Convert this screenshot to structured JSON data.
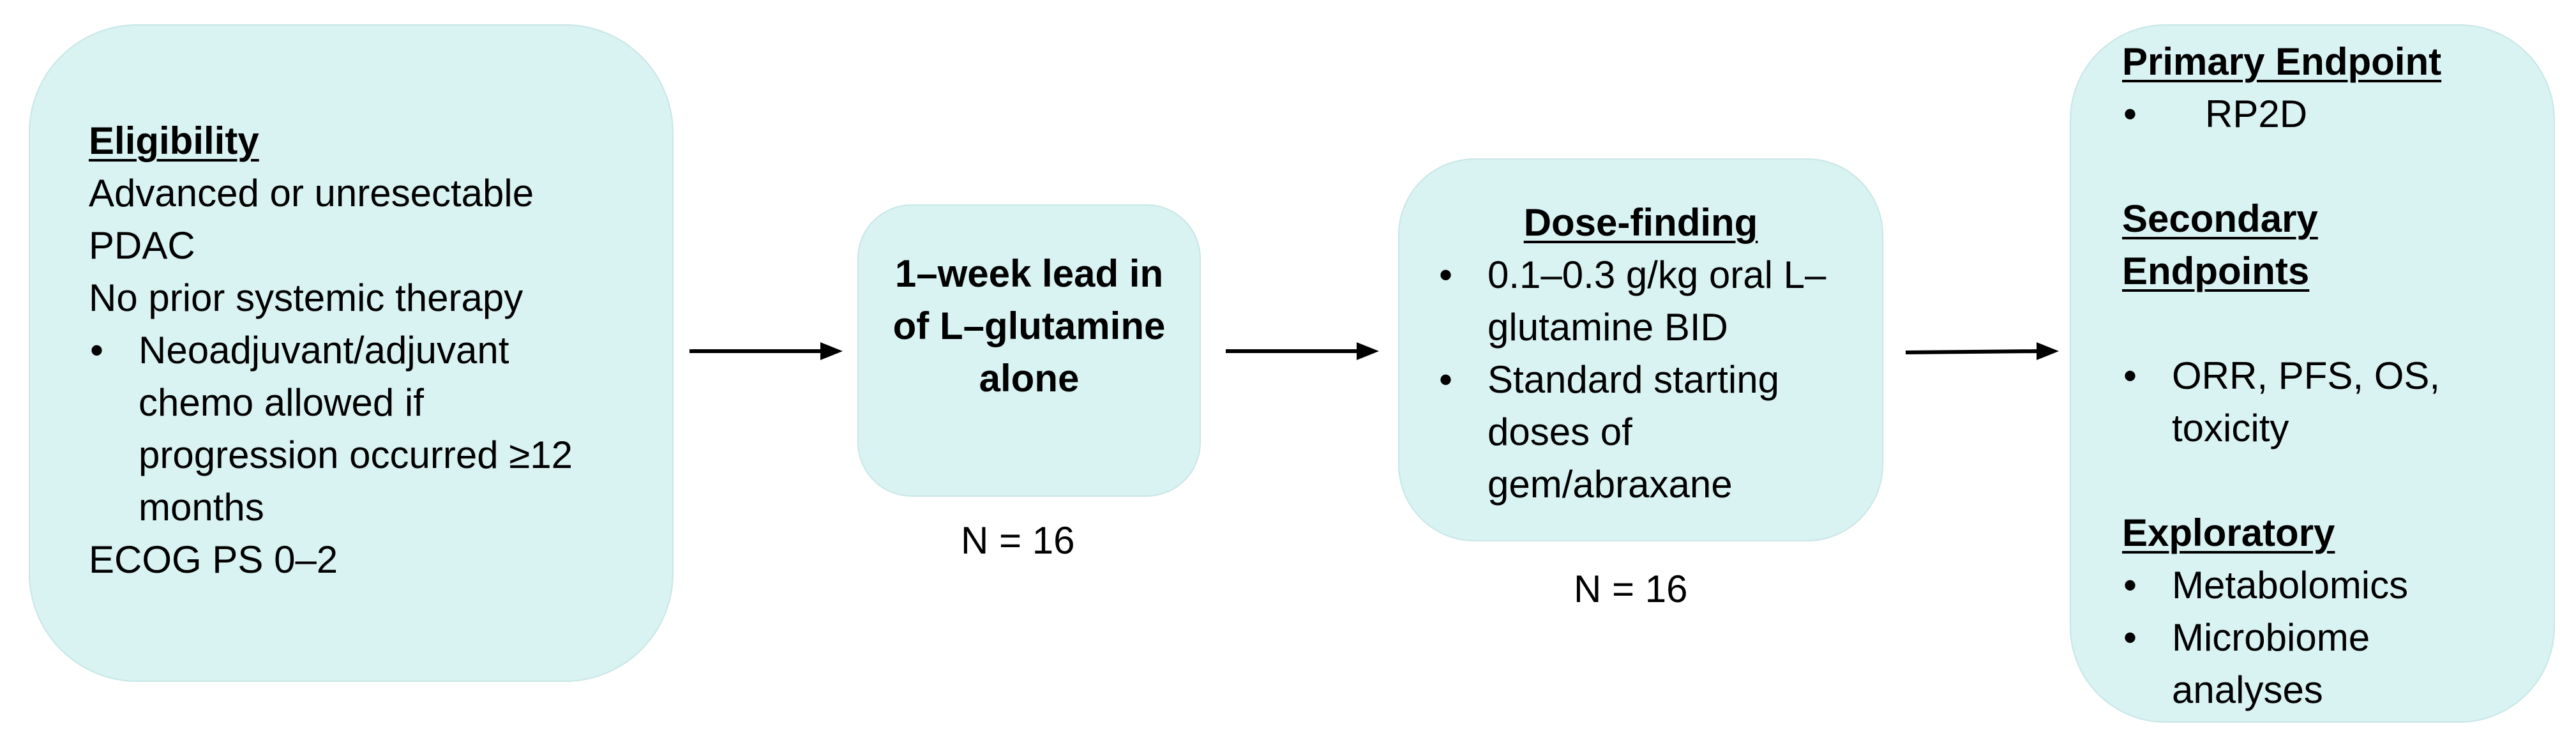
{
  "eligibility": {
    "title": "Eligibility",
    "line1": "Advanced or unresectable PDAC",
    "line2": "No prior systemic therapy",
    "bullet": "Neoadjuvant/adjuvant chemo allowed if progression occurred ≥12 months",
    "line3": "ECOG PS 0–2"
  },
  "lead_in": {
    "text": "1–week lead in of L–glutamine alone",
    "n": "N = 16"
  },
  "dose_finding": {
    "title": "Dose-finding",
    "bullets": [
      "0.1–0.3 g/kg oral L–glutamine BID",
      "Standard starting doses of gem/abraxane"
    ],
    "n": "N = 16"
  },
  "endpoints": {
    "primary_title": "Primary Endpoint",
    "primary_items": [
      "RP2D"
    ],
    "secondary_title": "Secondary Endpoints",
    "secondary_items": [
      "ORR, PFS, OS, toxicity"
    ],
    "exploratory_title": "Exploratory",
    "exploratory_items": [
      "Metabolomics",
      "Microbiome analyses"
    ]
  },
  "colors": {
    "box_fill": "#d9f2f2",
    "arrow": "#000000"
  }
}
